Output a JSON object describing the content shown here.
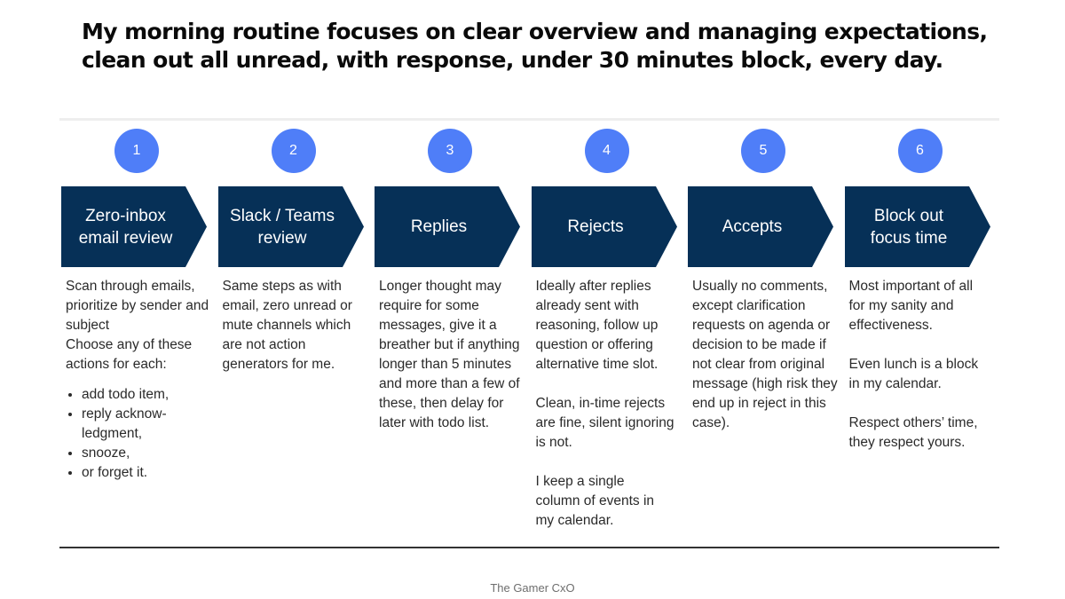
{
  "title": {
    "line1": "My morning routine focuses on clear overview and managing expectations,",
    "line2": "clean out all unread, with response, under 30 minutes block, every day."
  },
  "colors": {
    "circle": "#4f7ef8",
    "chevron": "#063057",
    "top_bar": "#eeeeee",
    "bottom_line": "#333333"
  },
  "steps": [
    {
      "number": "1",
      "label_line1": "Zero-inbox",
      "label_line2": "email review",
      "desc_intro": "Scan through emails, prioritize by sender and subject",
      "desc_intro2": "Choose any of these actions for each:",
      "bullets": [
        "add todo item,",
        "reply acknow-ledgment,",
        "snooze,",
        "or forget it."
      ]
    },
    {
      "number": "2",
      "label_line1": "Slack / Teams",
      "label_line2": "review",
      "paragraphs": [
        "Same steps as with email, zero unread or mute channels which are not action generators for me."
      ]
    },
    {
      "number": "3",
      "label_line1": "Replies",
      "label_line2": "",
      "paragraphs": [
        "Longer thought may require for some messages, give it a breather but if anything longer than 5 minutes and more than a few of these, then delay for later with todo list."
      ]
    },
    {
      "number": "4",
      "label_line1": "Rejects",
      "label_line2": "",
      "paragraphs": [
        "Ideally after replies already sent with reasoning, follow up question or offering alternative time slot.",
        "Clean, in-time rejects are fine, silent ignoring is not.",
        "I keep a single column of events in my calendar."
      ]
    },
    {
      "number": "5",
      "label_line1": "Accepts",
      "label_line2": "",
      "paragraphs": [
        "Usually no comments, except clarification requests on agenda or decision to be made if not clear from original message (high risk they end up in reject in this case)."
      ]
    },
    {
      "number": "6",
      "label_line1": "Block out",
      "label_line2": "focus time",
      "paragraphs": [
        "Most important of all for my sanity and effectiveness.",
        "Even lunch is a block in my calendar.",
        "Respect others’ time, they respect yours."
      ]
    }
  ],
  "footer": "The Gamer CxO"
}
